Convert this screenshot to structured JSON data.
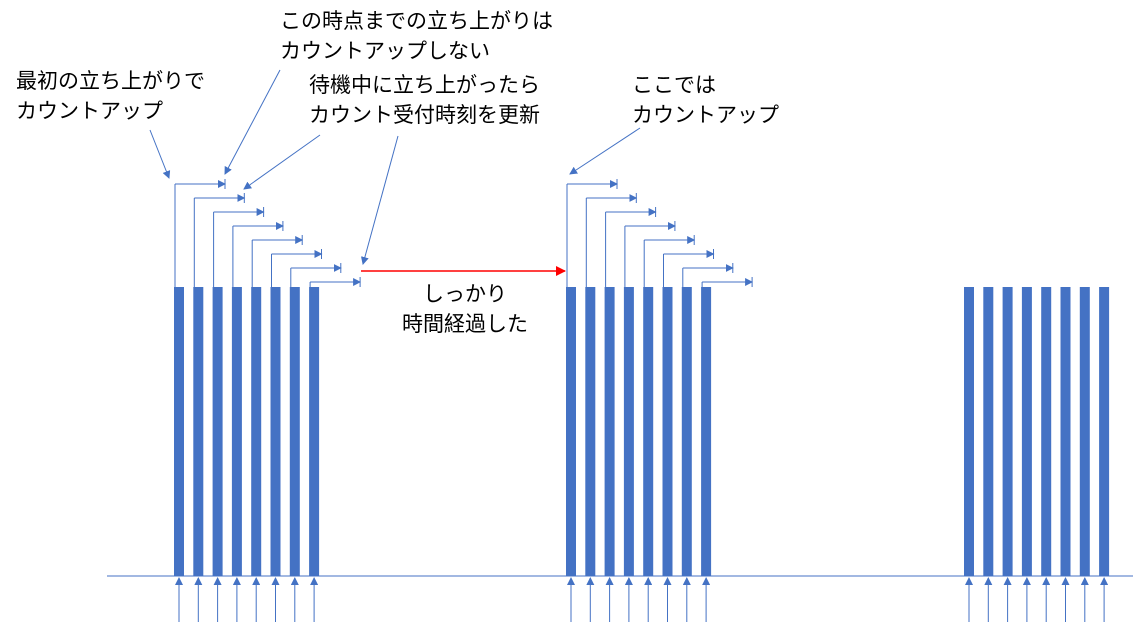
{
  "annotations": {
    "first_rise": [
      "最初の立ち上がりで",
      "カウントアップ"
    ],
    "no_count_until_now": [
      "この時点までの立ち上がりは",
      "カウントアップしない"
    ],
    "update_time": [
      "待機中に立ち上がったら",
      "カウント受付時刻を更新"
    ],
    "count_here": [
      "ここでは",
      "カウントアップ"
    ],
    "elapsed": [
      "しっかり",
      "時間経過した"
    ]
  },
  "colors": {
    "pulse": "#4472C4",
    "line": "#4472C4",
    "elapsed_arrow": "#FF0000",
    "text": "#000000"
  },
  "pulse_groups": [
    {
      "name": "group-1",
      "pulses": 8,
      "wait_arrows": true
    },
    {
      "name": "group-2",
      "pulses": 8,
      "wait_arrows": true
    },
    {
      "name": "group-3",
      "pulses": 8,
      "wait_arrows": false
    }
  ]
}
